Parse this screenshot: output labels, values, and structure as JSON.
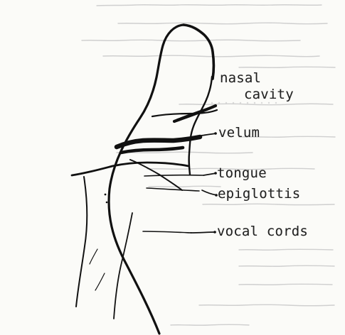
{
  "diagram": {
    "labels": {
      "nasal_line1": "nasal",
      "nasal_line2": "cavity",
      "velum": "velum",
      "tongue": "tongue",
      "epiglottis": "epiglottis",
      "vocal_cords": "vocal cords"
    }
  },
  "colors": {
    "paper": "#fbfbf8",
    "ink": "#222222",
    "bleed_through": "#c8c8c8"
  }
}
